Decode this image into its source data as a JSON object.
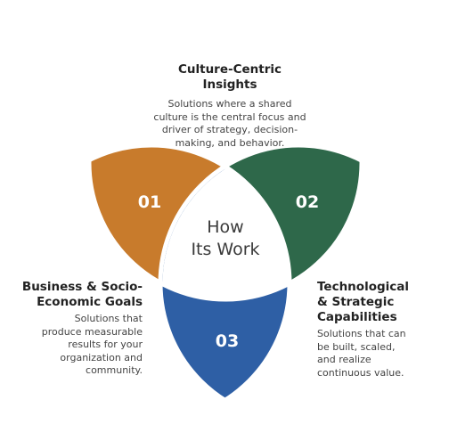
{
  "colors": {
    "orange": "#c87b2c",
    "green": "#2e684a",
    "blue": "#2e5fa5",
    "circle_stroke": "#e3e3e3",
    "background": "#ffffff"
  },
  "center_label": {
    "line1": "How",
    "line2": "Its Work"
  },
  "segments": [
    {
      "number": "01",
      "color_name": "orange"
    },
    {
      "number": "02",
      "color_name": "green"
    },
    {
      "number": "03",
      "color_name": "blue"
    }
  ],
  "top_block": {
    "title_line1": "Culture-Centric",
    "title_line2": "Insights",
    "desc_line1": "Solutions where a shared",
    "desc_line2": "culture is the central focus and",
    "desc_line3": "driver of strategy, decision-",
    "desc_line4": "making, and behavior."
  },
  "left_block": {
    "title_line1": "Business & Socio-",
    "title_line2": "Economic Goals",
    "desc_line1": "Solutions that",
    "desc_line2": "produce measurable",
    "desc_line3": "results for your",
    "desc_line4": "organization and",
    "desc_line5": "community."
  },
  "right_block": {
    "title_line1": "Technological",
    "title_line2": "& Strategic",
    "title_line3": "Capabilities",
    "desc_line1": "Solutions that can",
    "desc_line2": "be built, scaled,",
    "desc_line3": "and realize",
    "desc_line4": "continuous value."
  }
}
